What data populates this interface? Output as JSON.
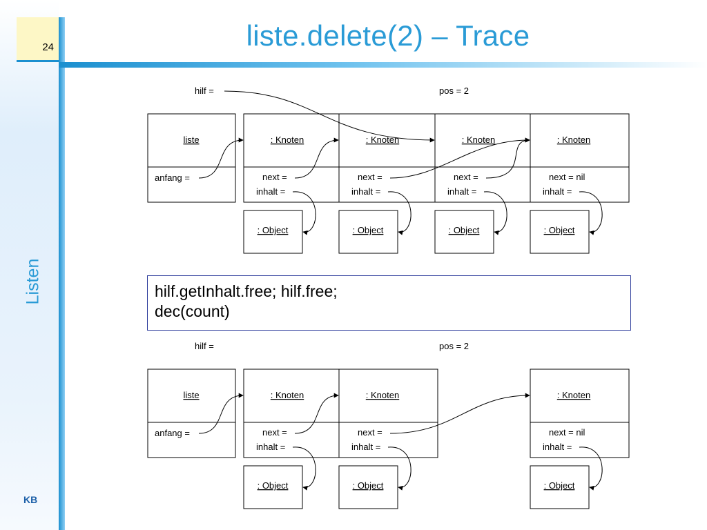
{
  "slide": {
    "number": "24",
    "title": "liste.delete(2) – Trace",
    "side_label": "Listen",
    "footer": "KB"
  },
  "code": {
    "line1": "hilf.getInhalt.free; hilf.free;",
    "line2": "dec(count)"
  },
  "diagram": {
    "labels": {
      "hilf": "hilf  =",
      "pos": "pos  =  2",
      "liste": "liste",
      "anfang": "anfang  =",
      "knoten": ": Knoten",
      "next": "next  =",
      "next_nil": "next  =  nil",
      "inhalt": "inhalt  =",
      "object": ": Object"
    }
  }
}
